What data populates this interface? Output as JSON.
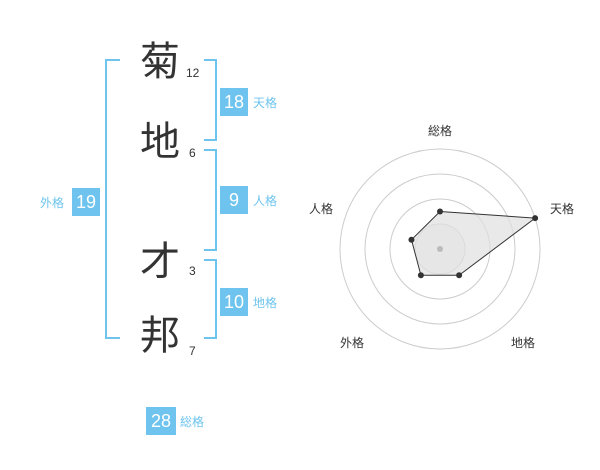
{
  "colors": {
    "accent": "#6ec4ee",
    "badge_bg": "#6ec4ee",
    "text": "#333333",
    "ring": "#cccccc",
    "polygon_fill": "#e0e0e0",
    "point": "#333333"
  },
  "name": {
    "characters": [
      {
        "char": "菊",
        "strokes": "12"
      },
      {
        "char": "地",
        "strokes": "6"
      },
      {
        "char": "才",
        "strokes": "3"
      },
      {
        "char": "邦",
        "strokes": "7"
      }
    ]
  },
  "fortunes": {
    "tenkaku": {
      "value": "18",
      "label": "天格"
    },
    "jinkaku": {
      "value": "9",
      "label": "人格"
    },
    "chikaku": {
      "value": "10",
      "label": "地格"
    },
    "gaikaku": {
      "value": "19",
      "label": "外格"
    },
    "soukaku": {
      "value": "28",
      "label": "総格"
    }
  },
  "chart_data": {
    "type": "radar",
    "axes": [
      "総格",
      "天格",
      "地格",
      "外格",
      "人格"
    ],
    "values": [
      1.5,
      4.0,
      1.3,
      1.3,
      1.2
    ],
    "rings": 4,
    "max": 4
  }
}
